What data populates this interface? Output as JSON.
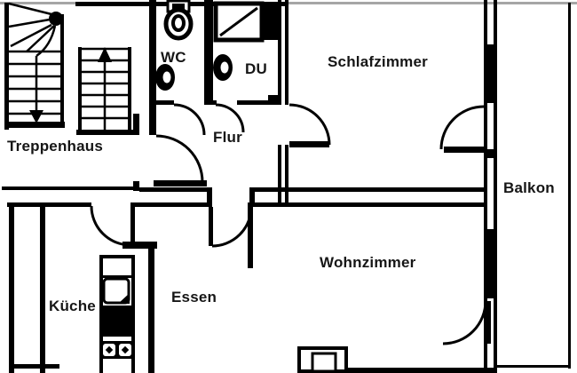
{
  "title": "Apartment floor plan",
  "rooms": {
    "treppenhaus": "Treppenhaus",
    "wc": "WC",
    "du": "DU",
    "flur": "Flur",
    "schlafzimmer": "Schlafzimmer",
    "balkon": "Balkon",
    "kueche": "Küche",
    "essen": "Essen",
    "wohnzimmer": "Wohnzimmer"
  },
  "fixtures": [
    "winder-staircase",
    "straight-staircase",
    "direction-arrows",
    "toilet",
    "wc-sink",
    "shower-tray",
    "du-sink",
    "kitchen-counter",
    "kitchen-sink",
    "stove",
    "double-burner",
    "chimney-shaft",
    "balcony-railing"
  ],
  "doors": [
    "entrance-door",
    "wc-door",
    "du-door",
    "schlafzimmer-door",
    "essen-door",
    "wohnzimmer-door",
    "schlafzimmer-balcony-door",
    "wohnzimmer-balcony-door"
  ],
  "colors": {
    "wall": "#000000",
    "background": "#ffffff",
    "border_line": "#a6a6a6",
    "window_fill": "#000000",
    "label_text": "#161616"
  }
}
